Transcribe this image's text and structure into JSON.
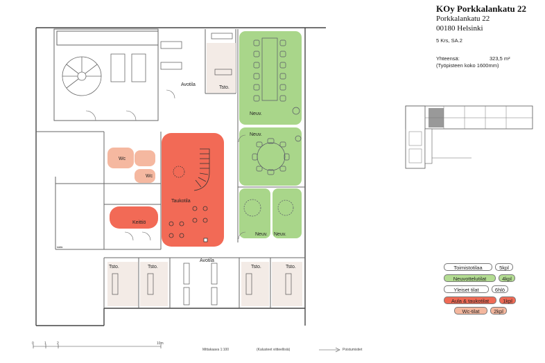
{
  "header": {
    "title": "KOy Porkkalankatu 22",
    "street": "Porkkalankatu 22",
    "city": "00180 Helsinki",
    "floor": "5 Krs, SA.2",
    "total_label": "Yhteensä:",
    "total_value": "323,5 m²",
    "workspace_note": "(Työpisteen koko 1600mm)"
  },
  "rooms": {
    "avotila_top": "Avotila",
    "tsto_top": "Tsto.",
    "neuv_1": "Neuv.",
    "neuv_2": "Neuv.",
    "neuv_3": "Neuv.",
    "neuv_4": "Neuv.",
    "wc_1": "Wc",
    "wc_2": "Wc",
    "taukotila": "Taukotila",
    "keittio": "Keittiö",
    "kaku": "kääk",
    "avotila_bottom": "Avotila",
    "tsto_b1": "Tsto.",
    "tsto_b2": "Tsto.",
    "tsto_b3": "Tsto.",
    "tsto_b4": "Tsto."
  },
  "legend": [
    {
      "label": "Toimistotilaa",
      "count": "5kpl",
      "color": "#ffffff",
      "count_color": "#ffffff"
    },
    {
      "label": "Neuvottelutilat",
      "count": "4kpl",
      "color": "#b3dc92",
      "count_color": "#b3dc92"
    },
    {
      "label": "Yleiset tilat",
      "count": "6hlö",
      "color": "#ffffff",
      "count_color": "#ffffff"
    },
    {
      "label": "Aula & taukotilat",
      "count": "1kpl",
      "color": "#f06a55",
      "count_color": "#f06a55"
    },
    {
      "label": "Wc-tilat",
      "count": "2kpl",
      "color": "#f4b79e",
      "count_color": "#f4b79e"
    }
  ],
  "scale": {
    "tick_0": "0",
    "tick_1": "1",
    "tick_2": "2",
    "tick_10": "10m",
    "scale_text": "Mittakaava 1:100",
    "note": "(Kalusteet viitteellisiä)",
    "exit": "Poistumistiet"
  },
  "colors": {
    "meeting": "#a9d68a",
    "lounge": "#f26a56",
    "wc": "#f5b8a0",
    "office": "#f3ebe6"
  }
}
